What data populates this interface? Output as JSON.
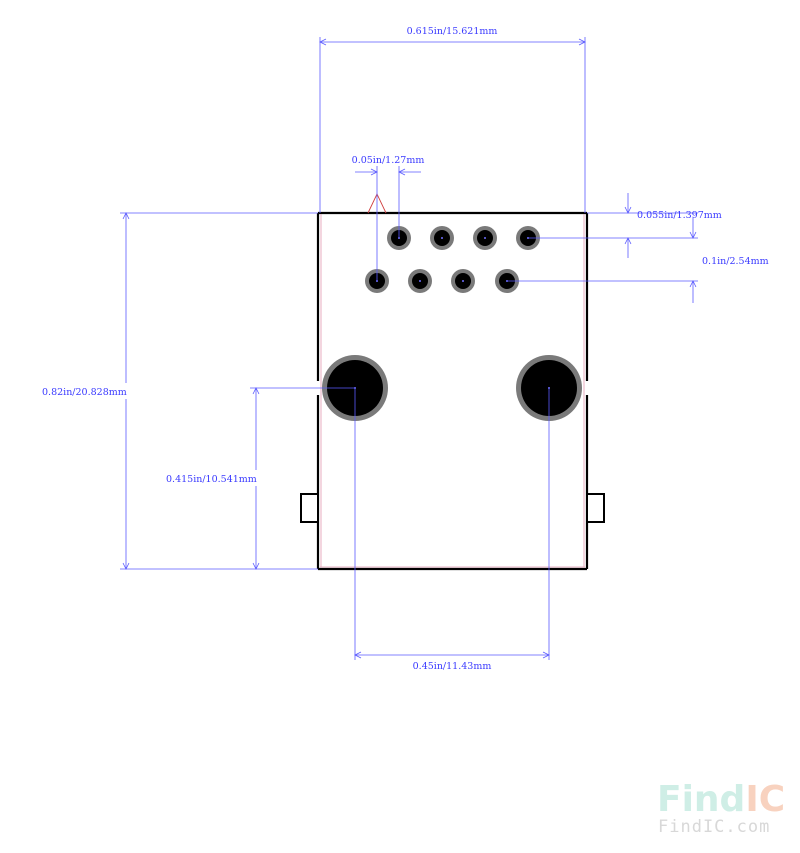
{
  "dimensions": {
    "overall_width": "0.615in/15.621mm",
    "pin_pitch_x": "0.05in/1.27mm",
    "row1_offset": "0.055in/1.397mm",
    "row_spacing": "0.1in/2.54mm",
    "overall_height": "0.82in/20.828mm",
    "mount_height": "0.415in/10.541mm",
    "mount_spacing": "0.45in/11.43mm"
  },
  "logo": {
    "main_find": "Find",
    "main_ic": "IC",
    "sub": "FindIC.com"
  },
  "colors": {
    "dimension": "#3a3aff",
    "outline": "#000000",
    "pad_ring": "#7a7a7a",
    "logo_find": "#cfeee6",
    "logo_ic": "#f8d2bf"
  }
}
